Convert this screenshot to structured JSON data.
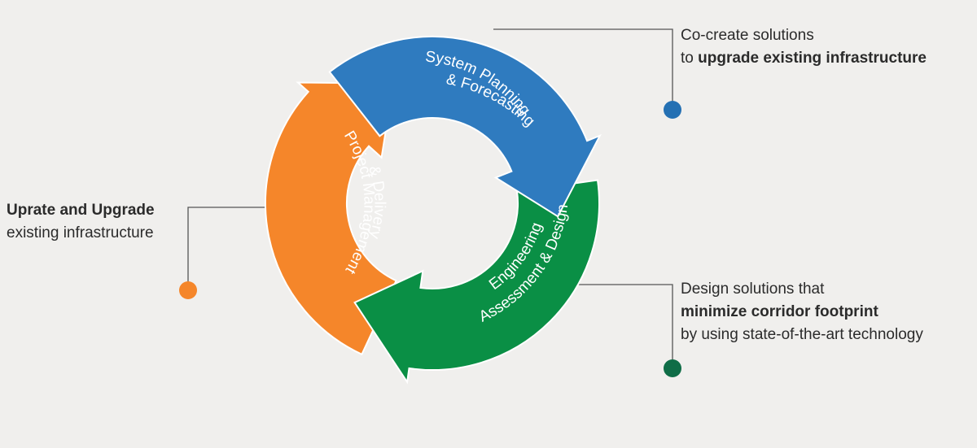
{
  "colors": {
    "background": "#f0efed",
    "planning": "#2f7bbf",
    "engineering": "#0a8f45",
    "project": "#f5862a",
    "dot_top": "#2470b3",
    "dot_left": "#f5862a",
    "dot_bottom": "#0f6d47",
    "outline": "#ffffff",
    "leader": "#555555"
  },
  "cycle": {
    "planning": {
      "line1": "System Planning",
      "line2": "& Forecasting"
    },
    "engineering": {
      "line1": "Engineering",
      "line2": "Assessment & Design"
    },
    "project": {
      "line1": "Project Management",
      "line2": "& Delivery"
    }
  },
  "callouts": {
    "top": {
      "line1": "Co-create solutions",
      "line2_prefix": "to ",
      "line2_bold": "upgrade existing infrastructure"
    },
    "left": {
      "line1_bold": "Uprate and Upgrade",
      "line2": "existing infrastructure"
    },
    "bottom": {
      "line1": "Design solutions that",
      "line2_bold": "minimize corridor footprint",
      "line3": "by using state-of-the-art technology"
    }
  }
}
